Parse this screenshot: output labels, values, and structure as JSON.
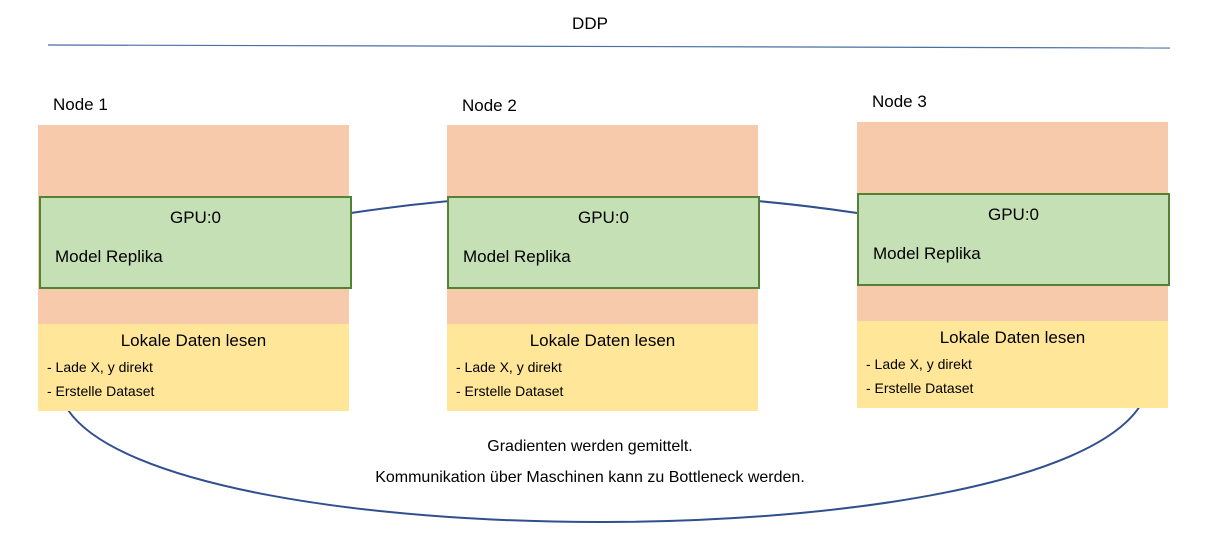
{
  "title": "DDP",
  "nodes": [
    {
      "label": "Node 1",
      "gpu": "GPU:0",
      "model": "Model Replika",
      "data_title": "Lokale Daten lesen",
      "data_items": [
        "- Lade X, y direkt",
        "- Erstelle Dataset"
      ]
    },
    {
      "label": "Node 2",
      "gpu": "GPU:0",
      "model": "Model Replika",
      "data_title": "Lokale Daten lesen",
      "data_items": [
        "- Lade X, y direkt",
        "- Erstelle Dataset"
      ]
    },
    {
      "label": "Node 3",
      "gpu": "GPU:0",
      "model": "Model Replika",
      "data_title": "Lokale Daten lesen",
      "data_items": [
        "- Lade X, y direkt",
        "- Erstelle Dataset"
      ]
    }
  ],
  "captions": {
    "line1": "Gradienten werden gemittelt.",
    "line2": "Kommunikation über Maschinen kann zu Bottleneck werden."
  },
  "colors": {
    "node_background": "#f7caac",
    "gpu_fill": "#c5e0b4",
    "gpu_border": "#538135",
    "data_fill": "#ffe699",
    "connector": "#2f4f8f"
  }
}
